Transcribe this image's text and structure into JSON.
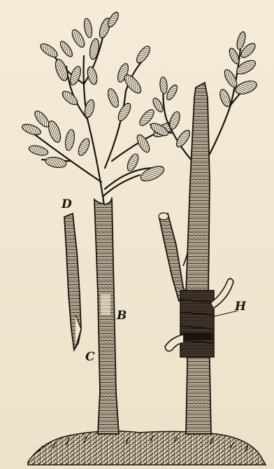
{
  "figure": {
    "labels": {
      "d": "D",
      "b": "B",
      "c": "C",
      "h": "H"
    },
    "colors": {
      "ink": "#1a1410",
      "paper": "#f2ead7",
      "bleed": "#cfc3a6"
    }
  }
}
